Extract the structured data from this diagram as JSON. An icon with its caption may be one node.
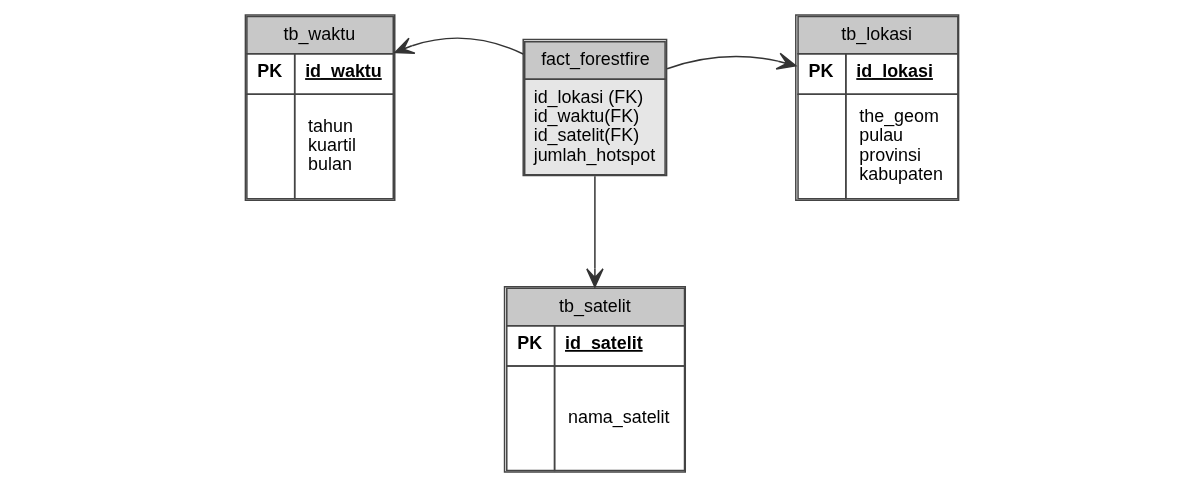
{
  "diagram": {
    "nodes": [
      {
        "text": [
          "tb_waktu",
          "PK",
          "id_waktu",
          "tahun",
          "kuartil",
          "bulan"
        ]
      },
      {
        "text": [
          "fact_forestfire",
          "id_lokasi (FK)",
          "id_waktu(FK)",
          "id_satelit(FK)",
          "jumlah_hotspot"
        ]
      },
      {
        "text": [
          "tb_lokasi",
          "PK",
          "id_lokasi",
          "the_geom",
          "pulau",
          "provinsi",
          "kabupaten"
        ]
      },
      {
        "text": [
          "tb_satelit",
          "PK",
          "id_satelit",
          "nama_satelit"
        ]
      }
    ],
    "edges": [
      {
        "from": 1,
        "to": 0,
        "arrow": "to"
      },
      {
        "from": 1,
        "to": 2,
        "arrow": "to"
      },
      {
        "from": 1,
        "to": 3,
        "arrow": "to"
      }
    ]
  }
}
